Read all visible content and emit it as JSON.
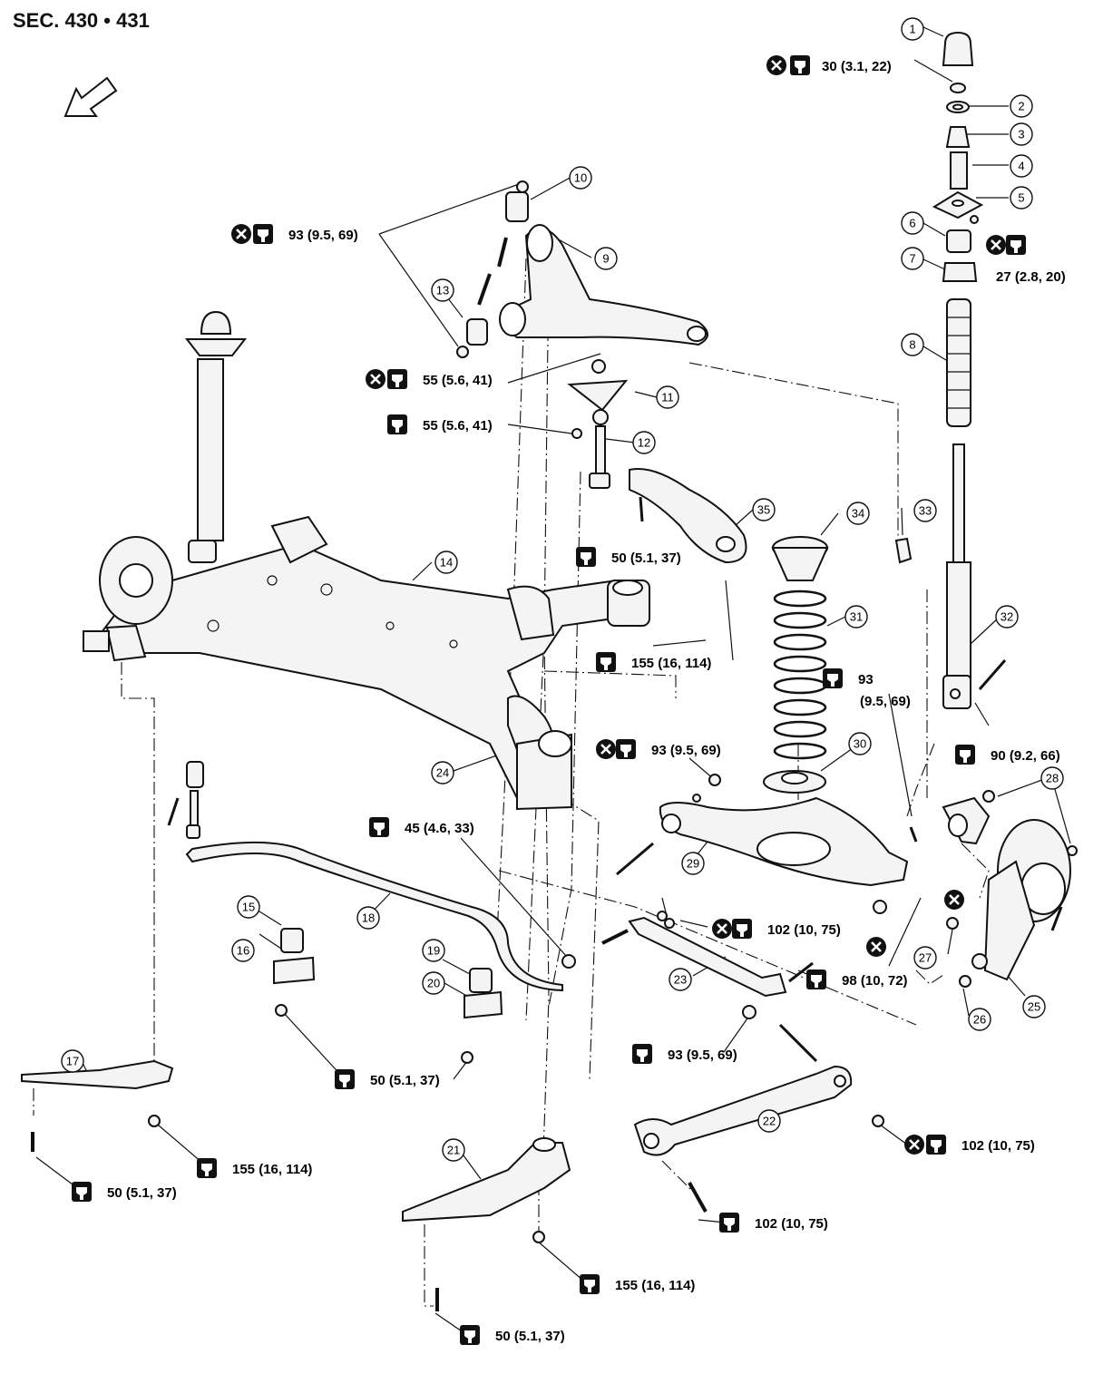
{
  "header": {
    "section": "SEC. 430 • 431"
  },
  "callouts": [
    {
      "n": "1"
    },
    {
      "n": "2"
    },
    {
      "n": "3"
    },
    {
      "n": "4"
    },
    {
      "n": "5"
    },
    {
      "n": "6"
    },
    {
      "n": "7"
    },
    {
      "n": "8"
    },
    {
      "n": "9"
    },
    {
      "n": "10"
    },
    {
      "n": "11"
    },
    {
      "n": "12"
    },
    {
      "n": "13"
    },
    {
      "n": "14"
    },
    {
      "n": "15"
    },
    {
      "n": "16"
    },
    {
      "n": "17"
    },
    {
      "n": "18"
    },
    {
      "n": "19"
    },
    {
      "n": "20"
    },
    {
      "n": "21"
    },
    {
      "n": "22"
    },
    {
      "n": "23"
    },
    {
      "n": "24"
    },
    {
      "n": "25"
    },
    {
      "n": "26"
    },
    {
      "n": "27"
    },
    {
      "n": "28"
    },
    {
      "n": "29"
    },
    {
      "n": "30"
    },
    {
      "n": "31"
    },
    {
      "n": "32"
    },
    {
      "n": "33"
    },
    {
      "n": "34"
    },
    {
      "n": "35"
    }
  ],
  "torques": [
    {
      "text": "30 (3.1, 22)",
      "replace": true
    },
    {
      "text": "27 (2.8, 20)",
      "replace": true
    },
    {
      "text": "93 (9.5, 69)",
      "replace": true
    },
    {
      "text": "55 (5.6, 41)",
      "replace": true
    },
    {
      "text": "55 (5.6, 41)",
      "replace": false
    },
    {
      "text": "50 (5.1, 37)",
      "replace": false
    },
    {
      "text": "155 (16, 114)",
      "replace": false
    },
    {
      "text": "93",
      "replace": false
    },
    {
      "text": "(9.5, 69)",
      "replace": false
    },
    {
      "text": "90 (9.2, 66)",
      "replace": false
    },
    {
      "text": "93 (9.5, 69)",
      "replace": true
    },
    {
      "text": "45 (4.6, 33)",
      "replace": false
    },
    {
      "text": "102 (10, 75)",
      "replace": true
    },
    {
      "text": "98 (10, 72)",
      "replace": false
    },
    {
      "text": "93 (9.5, 69)",
      "replace": false
    },
    {
      "text": "50 (5.1, 37)",
      "replace": false
    },
    {
      "text": "102 (10, 75)",
      "replace": true
    },
    {
      "text": "155 (16, 114)",
      "replace": false
    },
    {
      "text": "50 (5.1, 37)",
      "replace": false
    },
    {
      "text": "102 (10, 75)",
      "replace": false
    },
    {
      "text": "155 (16, 114)",
      "replace": false
    },
    {
      "text": "50 (5.1, 37)",
      "replace": false
    }
  ],
  "symbols": {
    "replace_icon": "no-reuse-x-icon",
    "torque_icon": "torque-wrench-icon",
    "front_icon": "front-direction-arrow-icon"
  }
}
